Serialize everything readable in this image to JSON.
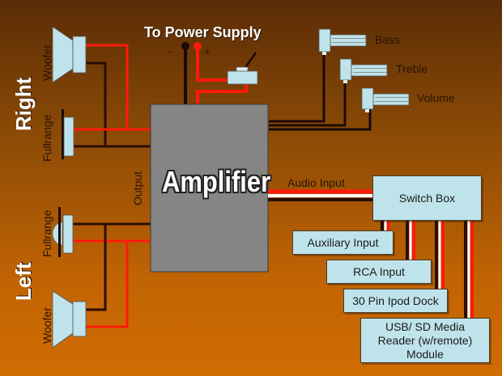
{
  "title": "To Power Supply",
  "power_terminals": {
    "negative": "-",
    "positive": "+"
  },
  "amplifier": {
    "label": "Amplifier",
    "output_label": "Output"
  },
  "channels": {
    "right": {
      "label": "Right",
      "speakers": [
        {
          "type": "Woofer"
        },
        {
          "type": "Fullrange"
        }
      ]
    },
    "left": {
      "label": "Left",
      "speakers": [
        {
          "type": "Fullrange"
        },
        {
          "type": "Woofer"
        }
      ]
    }
  },
  "controls": [
    {
      "label": "Bass"
    },
    {
      "label": "Treble"
    },
    {
      "label": "Volume"
    }
  ],
  "audio_input_label": "Audio Input",
  "switch_box": {
    "label": "Switch Box"
  },
  "sources": [
    {
      "label": "Auxiliary Input"
    },
    {
      "label": "RCA Input"
    },
    {
      "label": "30 Pin Ipod Dock"
    },
    {
      "label": "USB/ SD Media Reader (w/remote) Module"
    }
  ],
  "colors": {
    "wire_positive": "#ff1a0a",
    "wire_negative": "#2a0c04",
    "wire_signal_white": "#ffffff",
    "component_fill": "#bfe3ea",
    "amplifier_fill": "#858585"
  }
}
